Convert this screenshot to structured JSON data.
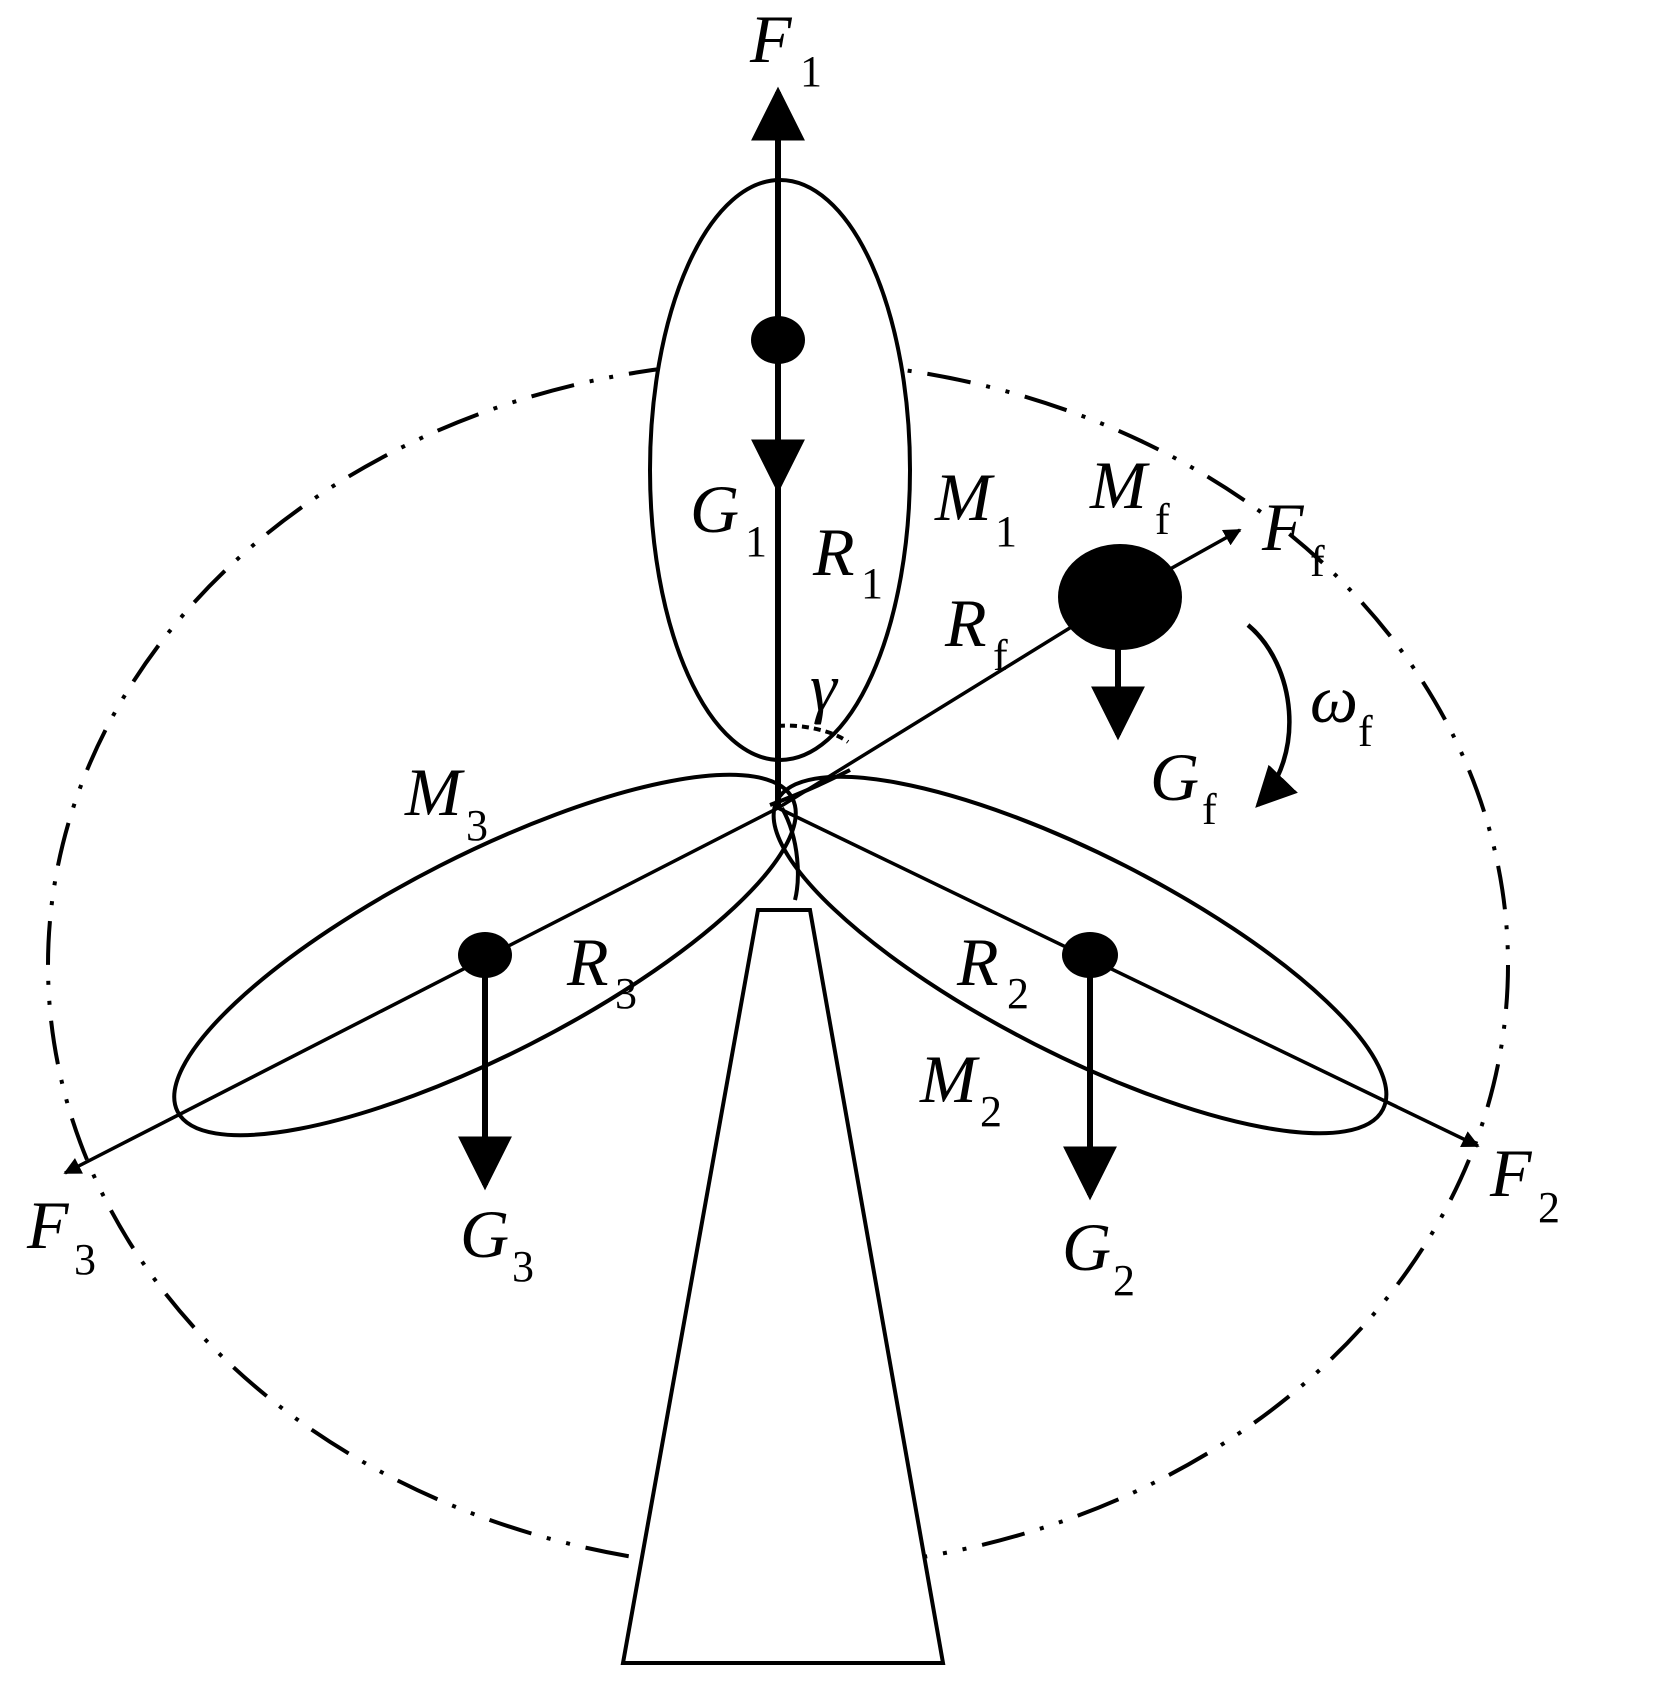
{
  "labels": {
    "f1": {
      "main": "F",
      "sub": "1"
    },
    "g1": {
      "main": "G",
      "sub": "1"
    },
    "r1": {
      "main": "R",
      "sub": "1"
    },
    "m1": {
      "main": "M",
      "sub": "1"
    },
    "mf": {
      "main": "M",
      "sub": "f"
    },
    "ff": {
      "main": "F",
      "sub": "f"
    },
    "rf": {
      "main": "R",
      "sub": "f"
    },
    "gamma": {
      "main": "γ"
    },
    "omegaf": {
      "main": "ω",
      "sub": "f"
    },
    "gf": {
      "main": "G",
      "sub": "f"
    },
    "m3": {
      "main": "M",
      "sub": "3"
    },
    "r3": {
      "main": "R",
      "sub": "3"
    },
    "r2": {
      "main": "R",
      "sub": "2"
    },
    "m2": {
      "main": "M",
      "sub": "2"
    },
    "f3": {
      "main": "F",
      "sub": "3"
    },
    "g3": {
      "main": "G",
      "sub": "3"
    },
    "g2": {
      "main": "G",
      "sub": "2"
    },
    "f2": {
      "main": "F",
      "sub": "2"
    }
  }
}
